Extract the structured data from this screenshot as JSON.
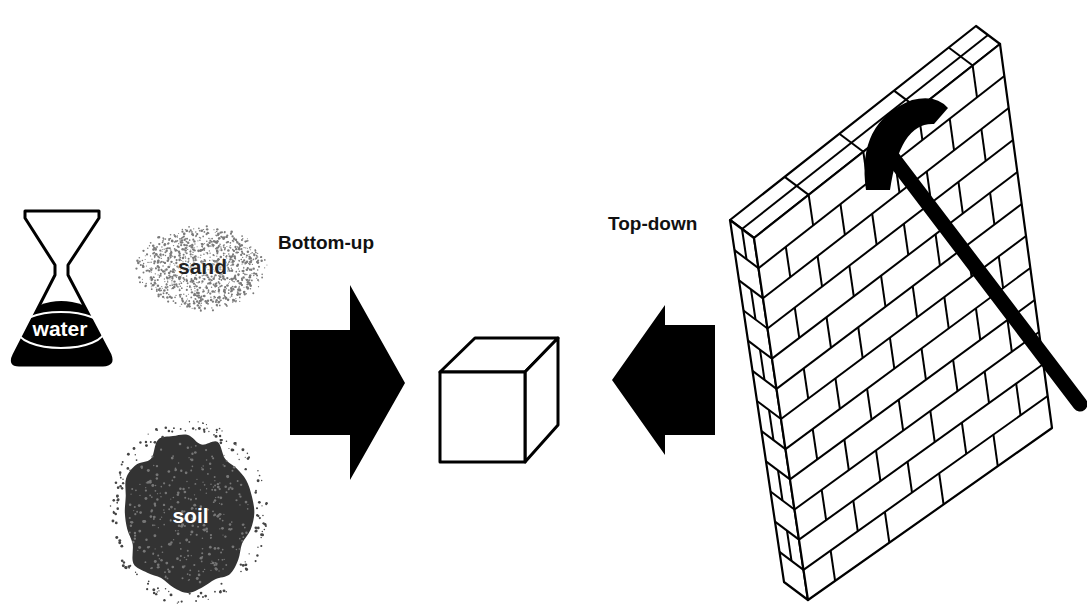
{
  "diagram": {
    "nodes": [
      {
        "text": [
          "water"
        ]
      },
      {
        "text": [
          "sand"
        ]
      },
      {
        "text": [
          "soil"
        ]
      }
    ],
    "labels": [
      "Bottom-up",
      "Top-down"
    ]
  }
}
